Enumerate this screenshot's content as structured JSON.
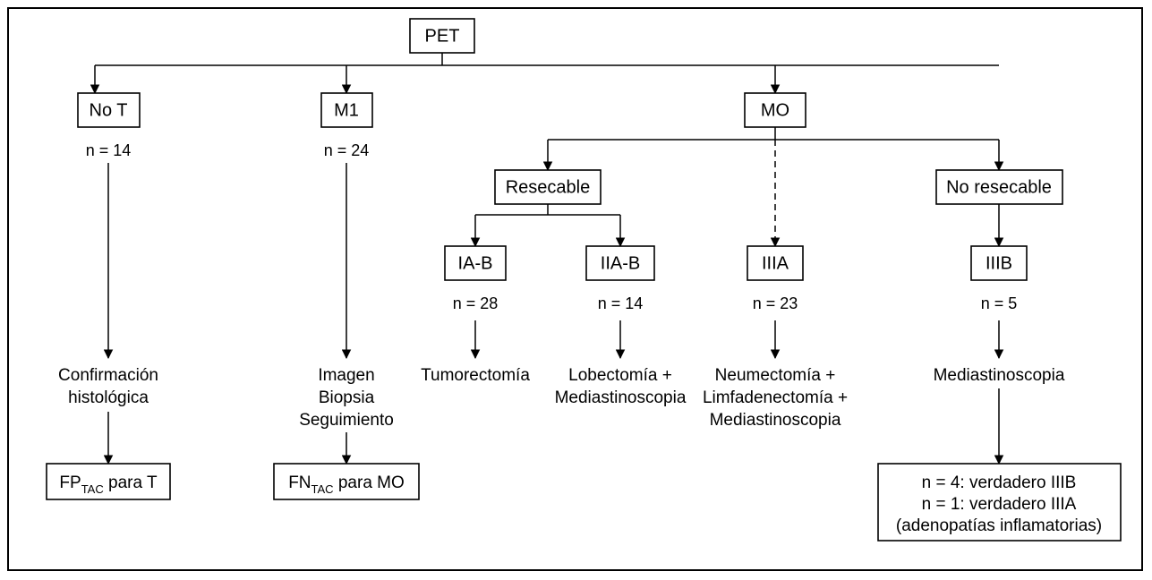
{
  "diagram": {
    "title": "PET staging flowchart",
    "stroke_color": "#000000",
    "background_color": "#ffffff",
    "root": {
      "label": "PET"
    },
    "level1": [
      {
        "id": "no-t",
        "label": "No T",
        "count": "n = 14"
      },
      {
        "id": "m1",
        "label": "M1",
        "count": "n = 24"
      },
      {
        "id": "mo",
        "label": "MO",
        "count": ""
      }
    ],
    "level2": [
      {
        "id": "resecable",
        "label": "Resecable"
      },
      {
        "id": "no-resecable",
        "label": "No resecable"
      }
    ],
    "stages": [
      {
        "id": "ia-b",
        "label": "IA-B",
        "count": "n = 28"
      },
      {
        "id": "iia-b",
        "label": "IIA-B",
        "count": "n = 14"
      },
      {
        "id": "iiia",
        "label": "IIIA",
        "count": "n = 23"
      },
      {
        "id": "iiib",
        "label": "IIIB",
        "count": "n = 5"
      }
    ],
    "actions": [
      {
        "id": "confirmacion",
        "lines": [
          "Confirmación",
          "histológica"
        ]
      },
      {
        "id": "imagen",
        "lines": [
          "Imagen",
          "Biopsia",
          "Seguimiento"
        ]
      },
      {
        "id": "tumorectomia",
        "lines": [
          "Tumorectomía"
        ]
      },
      {
        "id": "lobectomia",
        "lines": [
          "Lobectomía +",
          "Mediastinoscopia"
        ]
      },
      {
        "id": "neumectomia",
        "lines": [
          "Neumectomía +",
          "Limfadenectomía +",
          "Mediastinoscopia"
        ]
      },
      {
        "id": "mediastinoscopia",
        "lines": [
          "Mediastinoscopia"
        ]
      }
    ],
    "results": [
      {
        "id": "fp-tac",
        "prefix": "FP",
        "subscript": "TAC",
        "suffix": "para T"
      },
      {
        "id": "fn-tac",
        "prefix": "FN",
        "subscript": "TAC",
        "suffix": "para MO"
      }
    ],
    "result_box": {
      "id": "verdadero-box",
      "lines": [
        "n = 4: verdadero IIIB",
        "n = 1: verdadero IIIA",
        "(adenopatías inflamatorias)"
      ]
    }
  }
}
